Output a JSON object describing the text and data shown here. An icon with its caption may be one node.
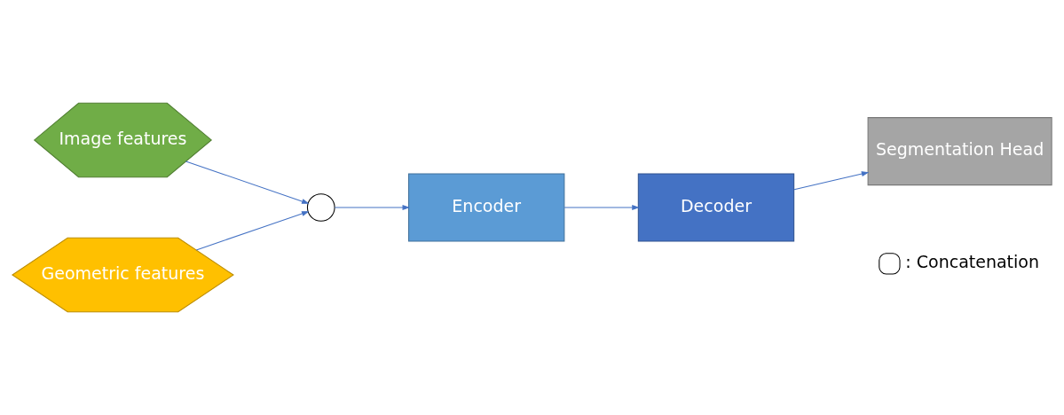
{
  "diagram": {
    "nodes": [
      {
        "text": [
          "Image features"
        ]
      },
      {
        "text": [],
        "shape": "circle"
      },
      {
        "text": [
          "Geometric features"
        ]
      },
      {
        "text": [
          "Encoder"
        ]
      },
      {
        "text": [
          "Decoder"
        ]
      },
      {
        "text": [
          "Segmentation Head"
        ]
      }
    ],
    "edges": [
      {
        "from": 0,
        "to": 1,
        "arrow": "to"
      },
      {
        "from": 2,
        "to": 1,
        "arrow": "to"
      },
      {
        "from": 1,
        "to": 3,
        "arrow": "to"
      },
      {
        "from": 3,
        "to": 4,
        "arrow": "to"
      },
      {
        "from": 4,
        "to": 5,
        "arrow": "to"
      }
    ],
    "legend": [
      {
        "text": ": Concatenation"
      }
    ]
  }
}
